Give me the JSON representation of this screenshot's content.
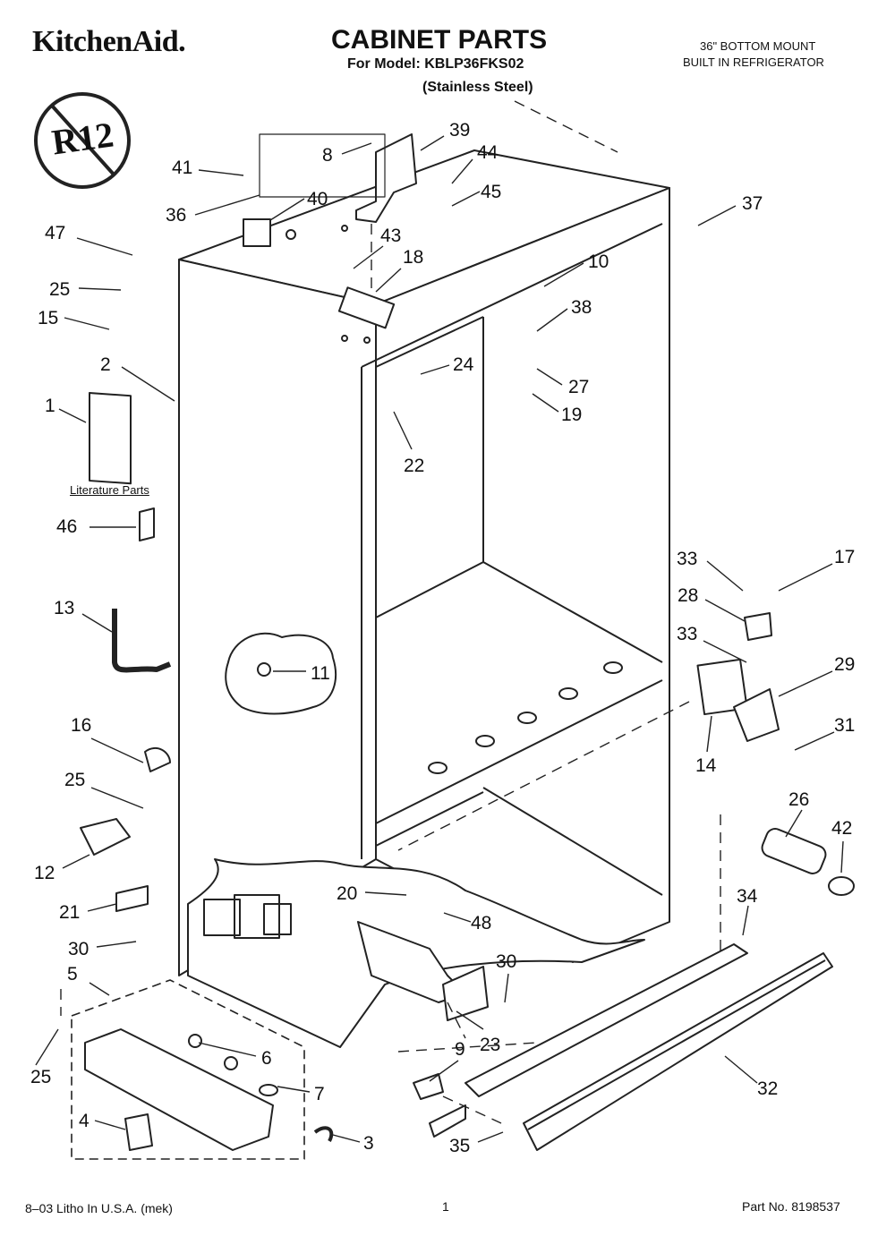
{
  "header": {
    "brand": "KitchenAid.",
    "title": "CABINET PARTS",
    "model": "For Model: KBLP36FKS02",
    "finish": "(Stainless Steel)",
    "description_line1": "36\" BOTTOM MOUNT",
    "description_line2": "BUILT IN REFRIGERATOR"
  },
  "badge": {
    "text": "R12"
  },
  "literature_label": "Literature Parts",
  "footer": {
    "left": "8–03 Litho In U.S.A. (mek)",
    "page_number": "1",
    "part_number": "Part No. 8198537"
  },
  "part_labels": {
    "p1": "1",
    "p2": "2",
    "p3": "3",
    "p4": "4",
    "p5": "5",
    "p6": "6",
    "p7": "7",
    "p8": "8",
    "p9": "9",
    "p10": "10",
    "p11": "11",
    "p12": "12",
    "p13": "13",
    "p14": "14",
    "p15": "15",
    "p16": "16",
    "p17": "17",
    "p18": "18",
    "p19": "19",
    "p20": "20",
    "p21": "21",
    "p22": "22",
    "p23": "23",
    "p24": "24",
    "p25a": "25",
    "p25b": "25",
    "p25c": "25",
    "p26": "26",
    "p27": "27",
    "p28": "28",
    "p29": "29",
    "p30a": "30",
    "p30b": "30",
    "p31": "31",
    "p32": "32",
    "p33a": "33",
    "p33b": "33",
    "p34": "34",
    "p35": "35",
    "p36": "36",
    "p37": "37",
    "p38": "38",
    "p39": "39",
    "p40": "40",
    "p41": "41",
    "p42": "42",
    "p43": "43",
    "p44": "44",
    "p45": "45",
    "p46": "46",
    "p47": "47",
    "p48": "48"
  }
}
